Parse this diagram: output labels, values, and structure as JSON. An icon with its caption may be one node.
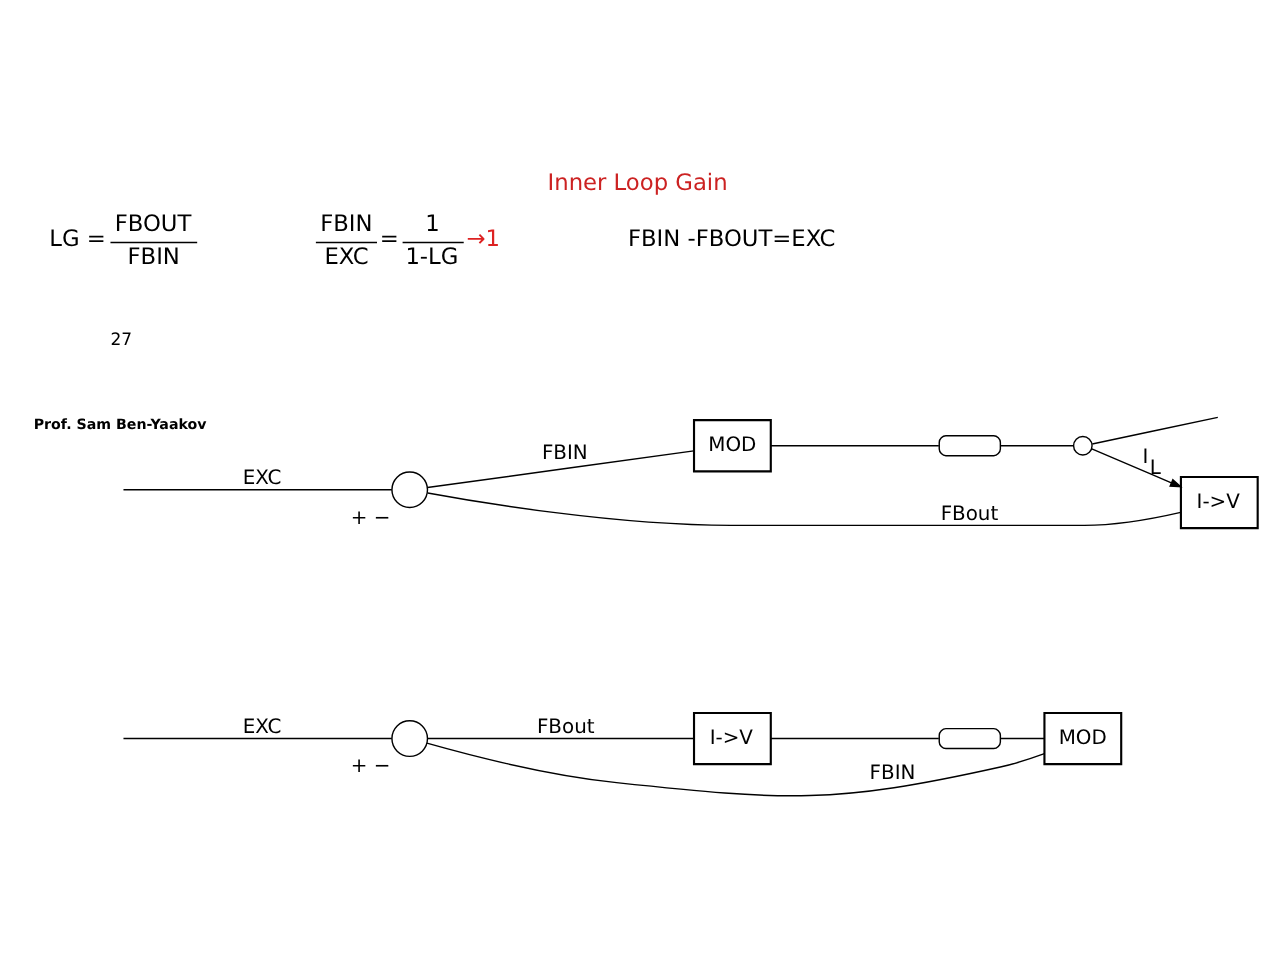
{
  "diagram": {
    "title": "Inner Loop Gain",
    "nodes": [
      {
        "text": [],
        "shape": "circle",
        "beside": [
          "+",
          "−"
        ]
      },
      {
        "text": [
          "MOD"
        ]
      },
      {
        "text": [],
        "shape": "coil"
      },
      {
        "text": [],
        "shape": "circle"
      },
      {
        "text": [
          "I->V"
        ]
      },
      {
        "text": [],
        "shape": "circle",
        "beside": [
          "+",
          "−"
        ]
      },
      {
        "text": [
          "I->V"
        ]
      },
      {
        "text": [],
        "shape": "coil"
      },
      {
        "text": [
          "MOD"
        ]
      }
    ],
    "edges": [
      {
        "from": null,
        "to": 0,
        "arrow": "none",
        "label": "EXC"
      },
      {
        "from": 0,
        "to": 1,
        "arrow": "none",
        "label": "FBIN"
      },
      {
        "from": 1,
        "to": 2,
        "arrow": "none"
      },
      {
        "from": 2,
        "to": 3,
        "arrow": "none"
      },
      {
        "from": 3,
        "to": null,
        "arrow": "none"
      },
      {
        "from": 3,
        "to": 4,
        "arrow": "to",
        "label": "I$_{L}$"
      },
      {
        "from": 4,
        "to": 0,
        "arrow": "none",
        "label": "FBout"
      },
      {
        "from": null,
        "to": 5,
        "arrow": "none",
        "label": "EXC"
      },
      {
        "from": 5,
        "to": 8,
        "arrow": "none",
        "label": "FBIN"
      },
      {
        "from": 8,
        "to": 7,
        "arrow": "none"
      },
      {
        "from": 7,
        "to": 6,
        "arrow": "none"
      },
      {
        "from": 6,
        "to": 5,
        "arrow": "none",
        "label": "FBout"
      }
    ],
    "labels": [
      "Prof. Sam Ben-Yaakov",
      "27",
      "LG =",
      "FBOUT",
      "FBIN",
      "FBIN",
      "EXC",
      "=",
      "1",
      "1-LG",
      "→1",
      "FBIN -FBOUT=EXC"
    ]
  }
}
